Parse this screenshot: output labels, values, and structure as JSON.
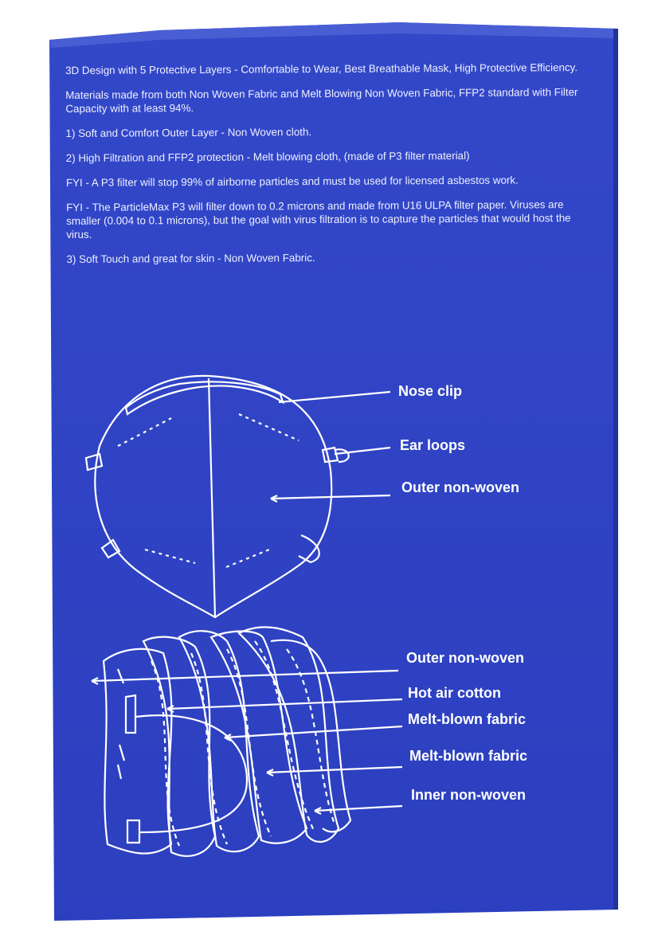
{
  "paragraphs": [
    "3D Design with 5 Protective Layers - Comfortable to Wear, Best Breathable Mask, High Protective Efficiency.",
    "Materials made from both Non Woven Fabric and Melt Blowing Non Woven Fabric, FFP2 standard with Filter Capacity with at least 94%.",
    "1) Soft and Comfort Outer Layer - Non Woven cloth.",
    "2) High Filtration and FFP2 protection - Melt blowing cloth, (made of P3 filter material)",
    "FYI - A P3 filter will stop 99% of airborne particles and must be used for licensed asbestos work.",
    "FYI - The ParticleMax P3 will filter down to 0.2 microns and made from U16 ULPA filter paper. Viruses are smaller (0.004 to 0.1 microns), but the goal with virus filtration is to capture the particles that would host the virus.",
    "3) Soft Touch and great for skin - Non Woven Fabric."
  ],
  "front_diagram": {
    "labels": [
      "Nose clip",
      "Ear loops",
      "Outer non-woven"
    ]
  },
  "layers_diagram": {
    "labels": [
      "Outer non-woven",
      "Hot air cotton",
      "Melt-blown fabric",
      "Melt-blown fabric",
      "Inner non-woven"
    ]
  },
  "colors": {
    "box_blue": "#2f43c4",
    "line_white": "#ffffff"
  }
}
